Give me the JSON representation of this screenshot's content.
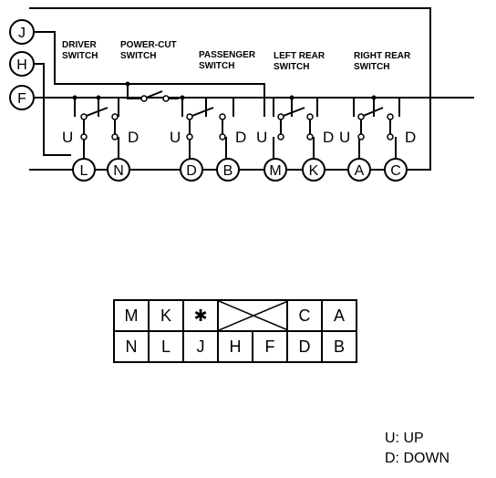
{
  "schematic": {
    "buses": [
      "J",
      "H",
      "F"
    ],
    "switches": [
      {
        "id": "driver",
        "label_line1": "DRIVER",
        "label_line2": "SWITCH",
        "up": "U",
        "down": "D"
      },
      {
        "id": "power-cut",
        "label_line1": "POWER-CUT",
        "label_line2": "SWITCH"
      },
      {
        "id": "passenger",
        "label_line1": "PASSENGER",
        "label_line2": "SWITCH",
        "up": "U",
        "down": "D"
      },
      {
        "id": "left-rear",
        "label_line1": "LEFT REAR",
        "label_line2": "SWITCH",
        "up": "U",
        "down": "D"
      },
      {
        "id": "right-rear",
        "label_line1": "RIGHT REAR",
        "label_line2": "SWITCH",
        "up": "U",
        "down": "D"
      }
    ],
    "terminals": [
      "L",
      "N",
      "D",
      "B",
      "M",
      "K",
      "A",
      "C"
    ]
  },
  "connector": {
    "rows": [
      [
        "M",
        "K",
        "✱",
        "",
        "C",
        "A"
      ],
      [
        "N",
        "L",
        "J",
        "H",
        "F",
        "D",
        "B"
      ]
    ]
  },
  "legend": {
    "up": "U: UP",
    "down": "D: DOWN"
  }
}
